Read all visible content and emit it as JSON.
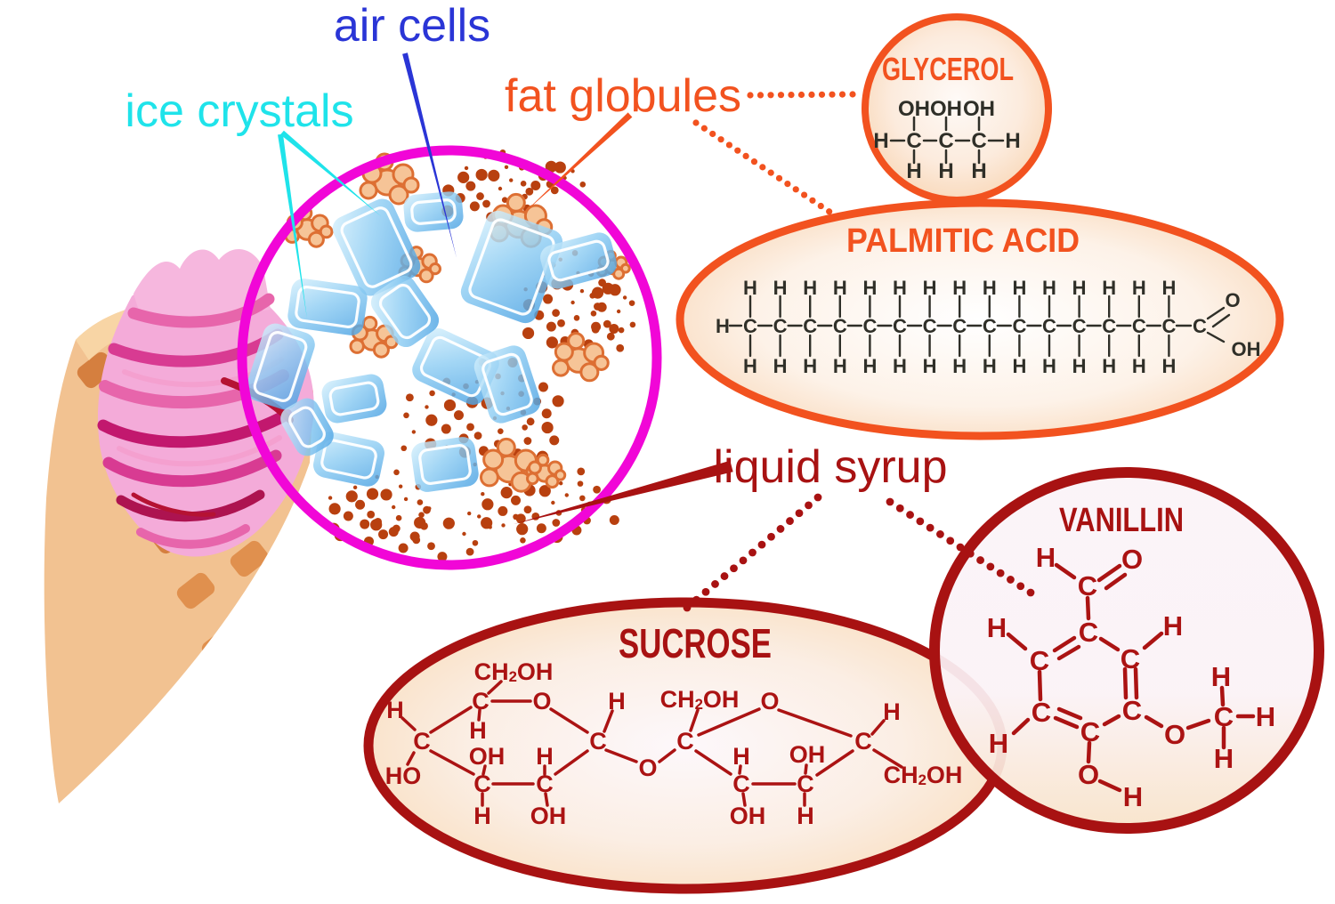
{
  "palette": {
    "magenta_ring": "#f106d7",
    "orange": "#f2521f",
    "dark_red": "#a81212",
    "cyan": "#1fe3ea",
    "blue": "#2a35d6",
    "formula_dark": "#2f2f28",
    "formula_red": "#ab1313",
    "crystal_blue": "#47a0e2",
    "crystal_blue_light": "#d6f0fc",
    "globule_fill": "#f6c497",
    "globule_stroke": "#dd6f33",
    "syrup_dot": "#b8400f",
    "cone_tan": "#f2c291",
    "cone_cell": "#e0904e",
    "icecream_pink": "#f4abd9"
  },
  "labels": {
    "air_cells": {
      "text": "air cells",
      "color": "#2a35d6"
    },
    "ice_crystals": {
      "text": "ice crystals",
      "color": "#1fe3ea"
    },
    "fat_globules": {
      "text": "fat globules",
      "color": "#f2521f"
    },
    "liquid_syrup": {
      "text": "liquid syrup",
      "color": "#a81212"
    }
  },
  "molecules": {
    "glycerol": {
      "title": "GLYCEROL",
      "top_row": [
        "OH",
        "OH",
        "OH"
      ],
      "mid_row": [
        "H",
        "C",
        "C",
        "C",
        "H"
      ],
      "bottom_row": [
        "H",
        "H",
        "H"
      ]
    },
    "palmitic_acid": {
      "title": "PALMITIC ACID",
      "chain_carbons": 15,
      "symbols": {
        "h": "H",
        "c": "C",
        "o": "O",
        "oh": "OH"
      }
    },
    "sucrose": {
      "title": "SUCROSE",
      "atoms": [
        [
          "CH2OH",
          577,
          755
        ],
        [
          "C",
          540,
          788
        ],
        [
          "O",
          609,
          788
        ],
        [
          "H",
          444,
          798
        ],
        [
          "H",
          537,
          821
        ],
        [
          "C",
          474,
          833
        ],
        [
          "H",
          693,
          788
        ],
        [
          "C",
          672,
          833
        ],
        [
          "OH",
          547,
          850
        ],
        [
          "H",
          612,
          850
        ],
        [
          "HO",
          453,
          872
        ],
        [
          "C",
          542,
          881
        ],
        [
          "C",
          612,
          881
        ],
        [
          "O",
          728,
          863
        ],
        [
          "H",
          542,
          917
        ],
        [
          "OH",
          616,
          917
        ],
        [
          "CH2OH",
          786,
          786
        ],
        [
          "O",
          865,
          788
        ],
        [
          "H",
          1002,
          800
        ],
        [
          "C",
          770,
          833
        ],
        [
          "C",
          970,
          833
        ],
        [
          "H",
          833,
          850
        ],
        [
          "OH",
          907,
          848
        ],
        [
          "C",
          833,
          881
        ],
        [
          "C",
          905,
          881
        ],
        [
          "OH",
          840,
          917
        ],
        [
          "H",
          905,
          917
        ],
        [
          "CH2OH",
          1037,
          871
        ]
      ],
      "bonds": [
        [
          563,
          766,
          549,
          779
        ],
        [
          553,
          788,
          596,
          788
        ],
        [
          452,
          807,
          466,
          820
        ],
        [
          484,
          823,
          529,
          795
        ],
        [
          484,
          844,
          532,
          870
        ],
        [
          465,
          846,
          458,
          859
        ],
        [
          539,
          798,
          538,
          809
        ],
        [
          554,
          881,
          599,
          881
        ],
        [
          543,
          870,
          545,
          861
        ],
        [
          542,
          892,
          542,
          905
        ],
        [
          612,
          870,
          612,
          861
        ],
        [
          613,
          892,
          615,
          905
        ],
        [
          624,
          870,
          660,
          844
        ],
        [
          619,
          797,
          660,
          823
        ],
        [
          679,
          822,
          688,
          799
        ],
        [
          681,
          843,
          715,
          856
        ],
        [
          741,
          856,
          758,
          843
        ],
        [
          776,
          821,
          784,
          798
        ],
        [
          853,
          797,
          785,
          826
        ],
        [
          875,
          798,
          956,
          827
        ],
        [
          980,
          825,
          993,
          810
        ],
        [
          982,
          843,
          1013,
          862
        ],
        [
          958,
          844,
          918,
          871
        ],
        [
          893,
          881,
          846,
          881
        ],
        [
          821,
          870,
          782,
          844
        ],
        [
          831,
          869,
          832,
          861
        ],
        [
          835,
          892,
          837,
          905
        ],
        [
          905,
          869,
          906,
          860
        ],
        [
          904,
          892,
          904,
          905
        ]
      ]
    },
    "vanillin": {
      "title": "VANILLIN",
      "atoms": [
        [
          "H",
          1175,
          626
        ],
        [
          "O",
          1272,
          628
        ],
        [
          "C",
          1222,
          658
        ],
        [
          "C",
          1223,
          710
        ],
        [
          "H",
          1120,
          705
        ],
        [
          "H",
          1318,
          703
        ],
        [
          "C",
          1168,
          742
        ],
        [
          "C",
          1270,
          740
        ],
        [
          "C",
          1170,
          800
        ],
        [
          "C",
          1272,
          798
        ],
        [
          "H",
          1122,
          835
        ],
        [
          "C",
          1225,
          822
        ],
        [
          "O",
          1223,
          870
        ],
        [
          "H",
          1273,
          895
        ],
        [
          "O",
          1320,
          825
        ],
        [
          "C",
          1375,
          805
        ],
        [
          "H",
          1372,
          760
        ],
        [
          "H",
          1422,
          805
        ],
        [
          "H",
          1375,
          852
        ]
      ],
      "bonds": [
        [
          1187,
          635,
          1207,
          649
        ],
        [
          1235,
          652,
          1258,
          636
        ],
        [
          1243,
          661,
          1264,
          646
        ],
        [
          1222,
          672,
          1223,
          695
        ],
        [
          1237,
          718,
          1256,
          730
        ],
        [
          1207,
          717,
          1185,
          731
        ],
        [
          1212,
          727,
          1190,
          740
        ],
        [
          1133,
          713,
          1152,
          729
        ],
        [
          1305,
          712,
          1286,
          728
        ],
        [
          1168,
          755,
          1169,
          786
        ],
        [
          1264,
          752,
          1265,
          784
        ],
        [
          1276,
          752,
          1277,
          784
        ],
        [
          1186,
          807,
          1210,
          817
        ],
        [
          1190,
          797,
          1214,
          807
        ],
        [
          1257,
          805,
          1241,
          814
        ],
        [
          1155,
          809,
          1139,
          824
        ],
        [
          1224,
          835,
          1223,
          856
        ],
        [
          1236,
          878,
          1258,
          888
        ],
        [
          1288,
          806,
          1305,
          816
        ],
        [
          1335,
          818,
          1358,
          810
        ],
        [
          1374,
          792,
          1373,
          773
        ],
        [
          1391,
          805,
          1408,
          805
        ],
        [
          1375,
          818,
          1375,
          840
        ]
      ]
    }
  }
}
